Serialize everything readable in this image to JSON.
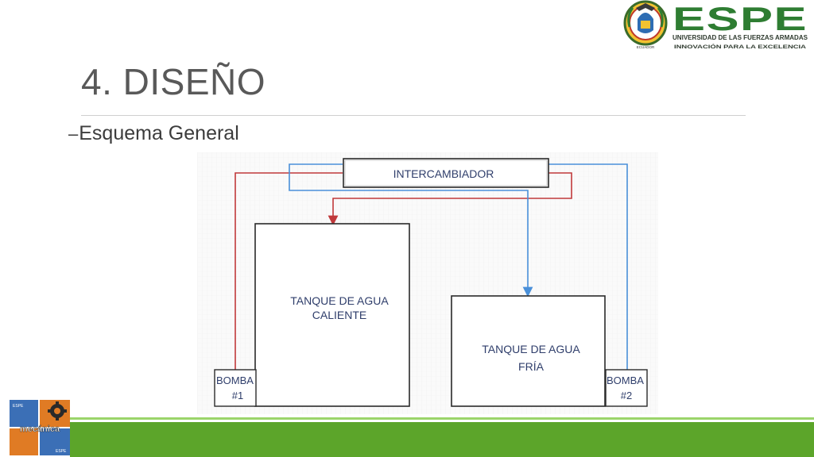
{
  "slide": {
    "title": "4. DISEÑO",
    "subtitle_bullet": "–",
    "subtitle": "Esquema General"
  },
  "logo": {
    "wordmark": "ESPE",
    "line1": "UNIVERSIDAD DE LAS FUERZAS ARMADAS",
    "line2": "INNOVACIÓN PARA LA EXCELENCIA",
    "crest_text": "ECUADOR"
  },
  "corner_logo": {
    "text": "mecánica",
    "small_top": "ESPE",
    "small_bottom": "ESPE"
  },
  "diagram": {
    "exchanger": "INTERCAMBIADOR",
    "hot_tank_line1": "TANQUE DE AGUA",
    "hot_tank_line2": "CALIENTE",
    "cold_tank_line1": "TANQUE DE AGUA",
    "cold_tank_line2": "FRÍA",
    "pump1_line1": "BOMBA",
    "pump1_line2": "#1",
    "pump2_line1": "BOMBA",
    "pump2_line2": "#2",
    "colors": {
      "hot_line": "#c0393b",
      "cold_line": "#4a90d9",
      "box_stroke": "#333333",
      "text": "#2f3e6b"
    }
  },
  "colors": {
    "brand_green": "#2e7d32",
    "footer_green": "#5ca52a",
    "footer_light": "#9bd46a",
    "orange": "#e07b24",
    "blue": "#3b6fb6"
  }
}
